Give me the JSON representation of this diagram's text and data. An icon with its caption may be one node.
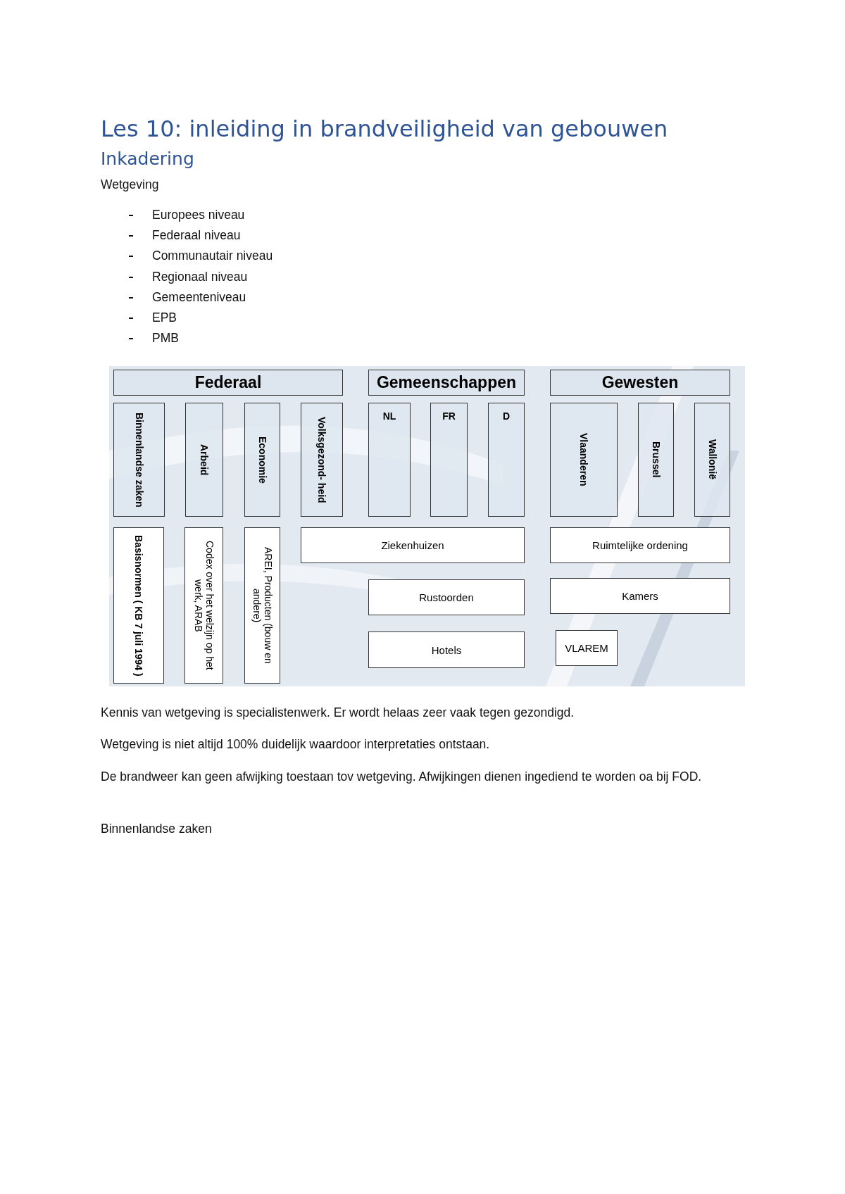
{
  "diagram": {
    "title": "Les 10: inleiding in brandveiligheid van gebouwen",
    "nodes": [
      {
        "text": [
          "Federaal"
        ]
      },
      {
        "text": [
          "Gemeenschappen"
        ]
      },
      {
        "text": [
          "Gewesten"
        ]
      },
      {
        "text": [
          "Binnenlandse zaken"
        ]
      },
      {
        "text": [
          "Arbeid"
        ]
      },
      {
        "text": [
          "Economie"
        ]
      },
      {
        "text": [
          "Volksgezond- heid"
        ]
      },
      {
        "text": [
          "NL"
        ]
      },
      {
        "text": [
          "FR"
        ]
      },
      {
        "text": [
          "D"
        ]
      },
      {
        "text": [
          "Vlaanderen"
        ]
      },
      {
        "text": [
          "Brussel"
        ]
      },
      {
        "text": [
          "Wallonië"
        ]
      },
      {
        "text": [
          "Basisnormen ( KB 7 juli 1994 )"
        ]
      },
      {
        "text": [
          "Codex over het welzijn op het werk, ARAB"
        ]
      },
      {
        "text": [
          "AREI, Producten (bouw en andere)"
        ]
      },
      {
        "text": [
          "Ziekenhuizen"
        ]
      },
      {
        "text": [
          "Ruimtelijke ordening"
        ]
      },
      {
        "text": [
          "Rustoorden"
        ]
      },
      {
        "text": [
          "Kamers"
        ]
      },
      {
        "text": [
          "Hotels"
        ]
      },
      {
        "text": [
          "VLAREM"
        ]
      }
    ],
    "labels": [
      "Inkadering",
      "Wetgeving",
      "Europees niveau",
      "Federaal niveau",
      "Communautair niveau",
      "Regionaal niveau",
      "Gemeenteniveau",
      "EPB",
      "PMB",
      "Kennis van wetgeving is specialistenwerk. Er wordt helaas zeer vaak tegen gezondigd.",
      "Wetgeving is niet altijd 100% duidelijk waardoor interpretaties ontstaan.",
      "De brandweer kan geen afwijking toestaan tov wetgeving. Afwijkingen dienen ingediend te worden oa bij FOD.",
      "Binnenlandse zaken"
    ]
  }
}
